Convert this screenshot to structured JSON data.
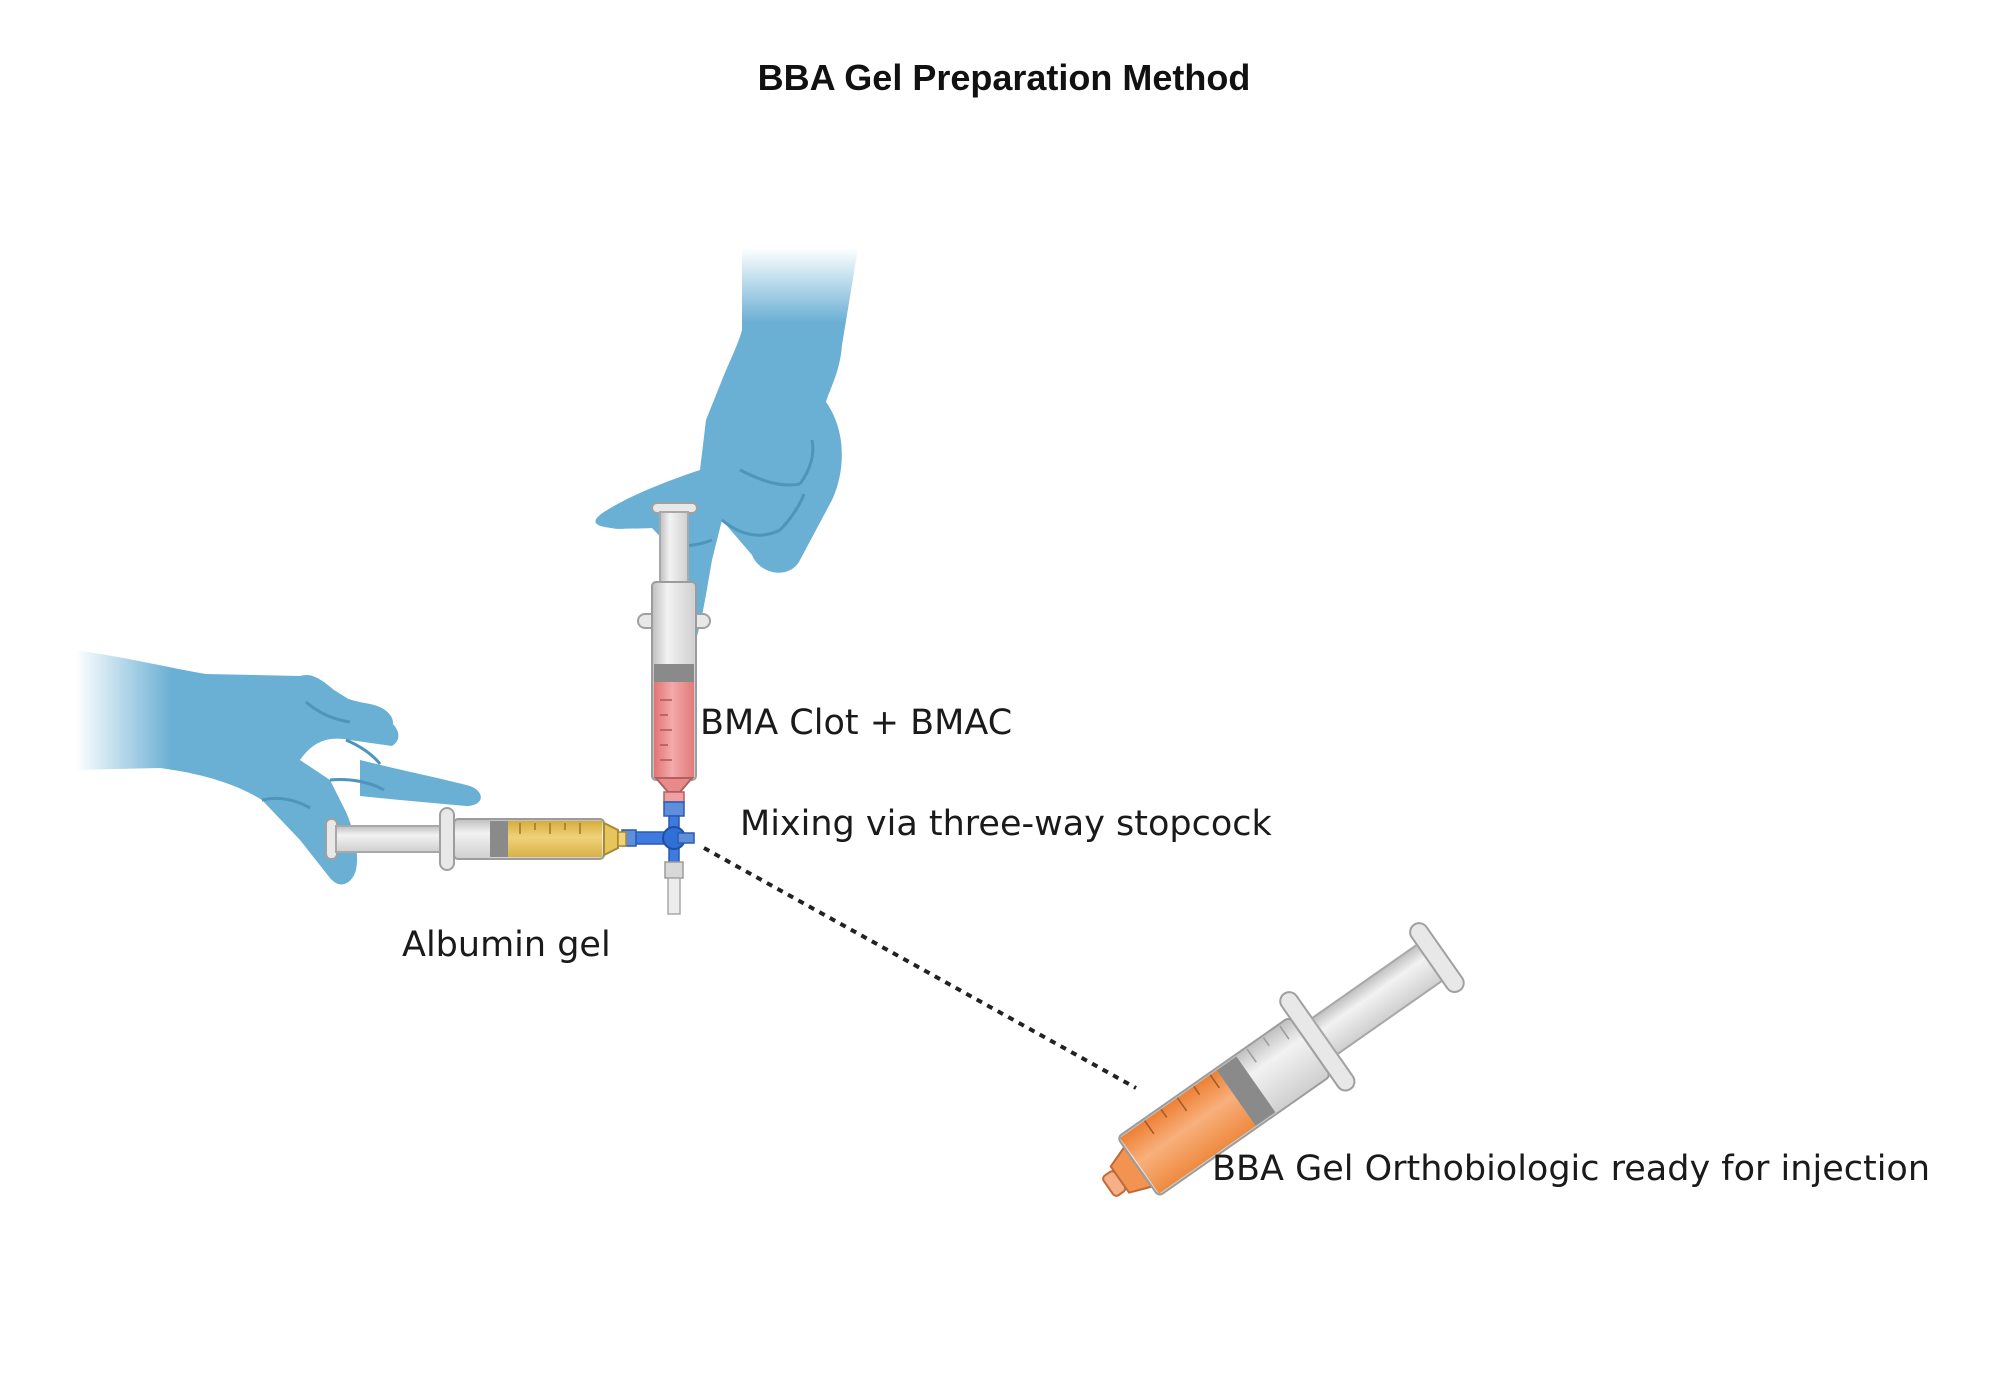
{
  "title": "BBA Gel Preparation Method",
  "labels": {
    "bma": "BMA Clot + BMAC",
    "mixing": "Mixing via three-way stopcock",
    "albumin": "Albumin gel",
    "final": "BBA Gel Orthobiologic ready for injection"
  },
  "icons": [
    "gloved-hand-icon",
    "syringe-icon",
    "three-way-stopcock-icon"
  ],
  "colors": {
    "glove": "#6aafd4",
    "bma_fill": "#e88585",
    "albumin_fill": "#e0bd52",
    "final_fill": "#f2924d",
    "stopcock": "#2f6fd6",
    "dotted_line": "#222222"
  }
}
